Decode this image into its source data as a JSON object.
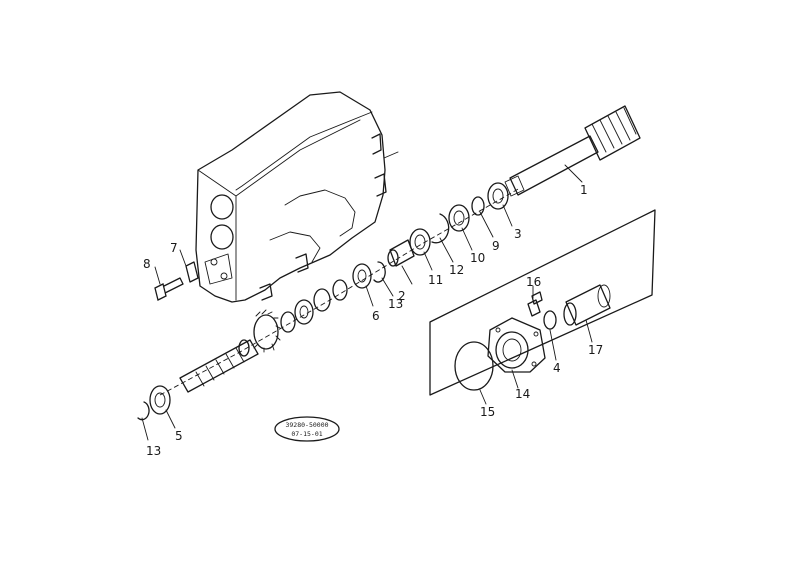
{
  "diagram": {
    "part_labels": [
      "1",
      "2",
      "3",
      "4",
      "5",
      "6",
      "7",
      "8",
      "9",
      "10",
      "11",
      "12",
      "13",
      "13",
      "14",
      "15",
      "16",
      "17"
    ],
    "stamp": {
      "code": "39280-50000",
      "date": "07-15-01"
    }
  }
}
